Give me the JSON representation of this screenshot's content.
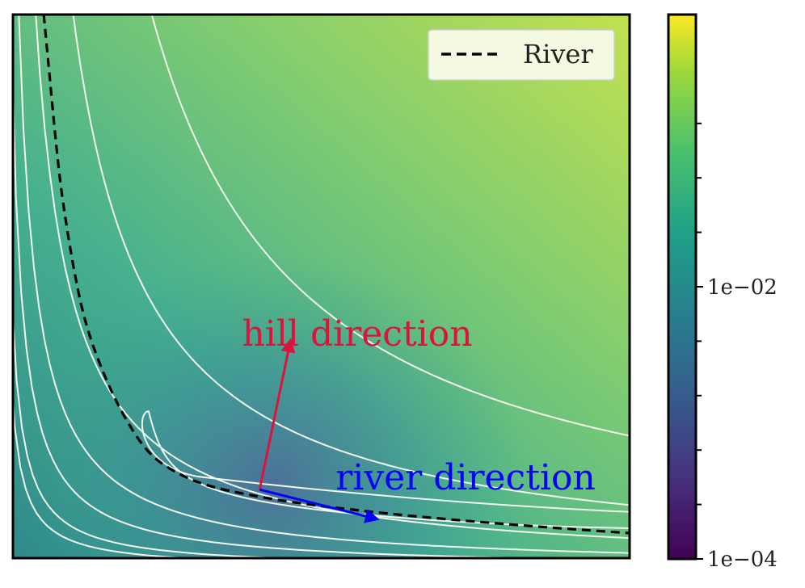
{
  "chart_data": {
    "type": "contour",
    "title": "",
    "xlabel": "",
    "ylabel": "",
    "x_ticks_shown": false,
    "y_ticks_shown": false,
    "grid": false,
    "legend": {
      "placement": "top-right",
      "entries": [
        {
          "label": "River",
          "color": "#000000",
          "style": "dashed"
        }
      ]
    },
    "series": [
      {
        "name": "River",
        "style": "dashed",
        "color": "#000000",
        "x": [
          0.05,
          0.06,
          0.07,
          0.08,
          0.1,
          0.12,
          0.15,
          0.18,
          0.22,
          0.27,
          0.32,
          0.38,
          0.45,
          0.55,
          0.65,
          0.75,
          0.85,
          0.95,
          1.0
        ],
        "y": [
          1.0,
          0.88,
          0.76,
          0.66,
          0.52,
          0.42,
          0.33,
          0.26,
          0.19,
          0.153,
          0.131,
          0.117,
          0.103,
          0.089,
          0.077,
          0.067,
          0.058,
          0.05,
          0.046
        ]
      }
    ],
    "contour_levels": [
      0.25,
      0.12,
      0.058,
      0.03,
      0.017,
      0.009,
      0.006
    ],
    "lake_contour_level": 0.004,
    "annotations": [
      {
        "text": "hill direction",
        "color": "#dc143c",
        "arrow_from": [
          0.4,
          0.126
        ],
        "arrow_to": [
          0.45,
          0.4
        ]
      },
      {
        "text": "river direction",
        "color": "#0000ff",
        "arrow_from": [
          0.4,
          0.126
        ],
        "arrow_to": [
          0.59,
          0.072
        ]
      }
    ],
    "colorbar": {
      "scale": "log",
      "range": [
        0.0001,
        1.0
      ],
      "tick_labels": [
        "1e−04",
        "1e−02"
      ],
      "tick_values": [
        0.0001,
        0.01
      ],
      "minor_ticks": [
        0.00032,
        0.001,
        0.0032,
        0.032,
        0.1,
        0.32,
        1.0,
        3.2
      ],
      "colormap": "viridis"
    }
  }
}
